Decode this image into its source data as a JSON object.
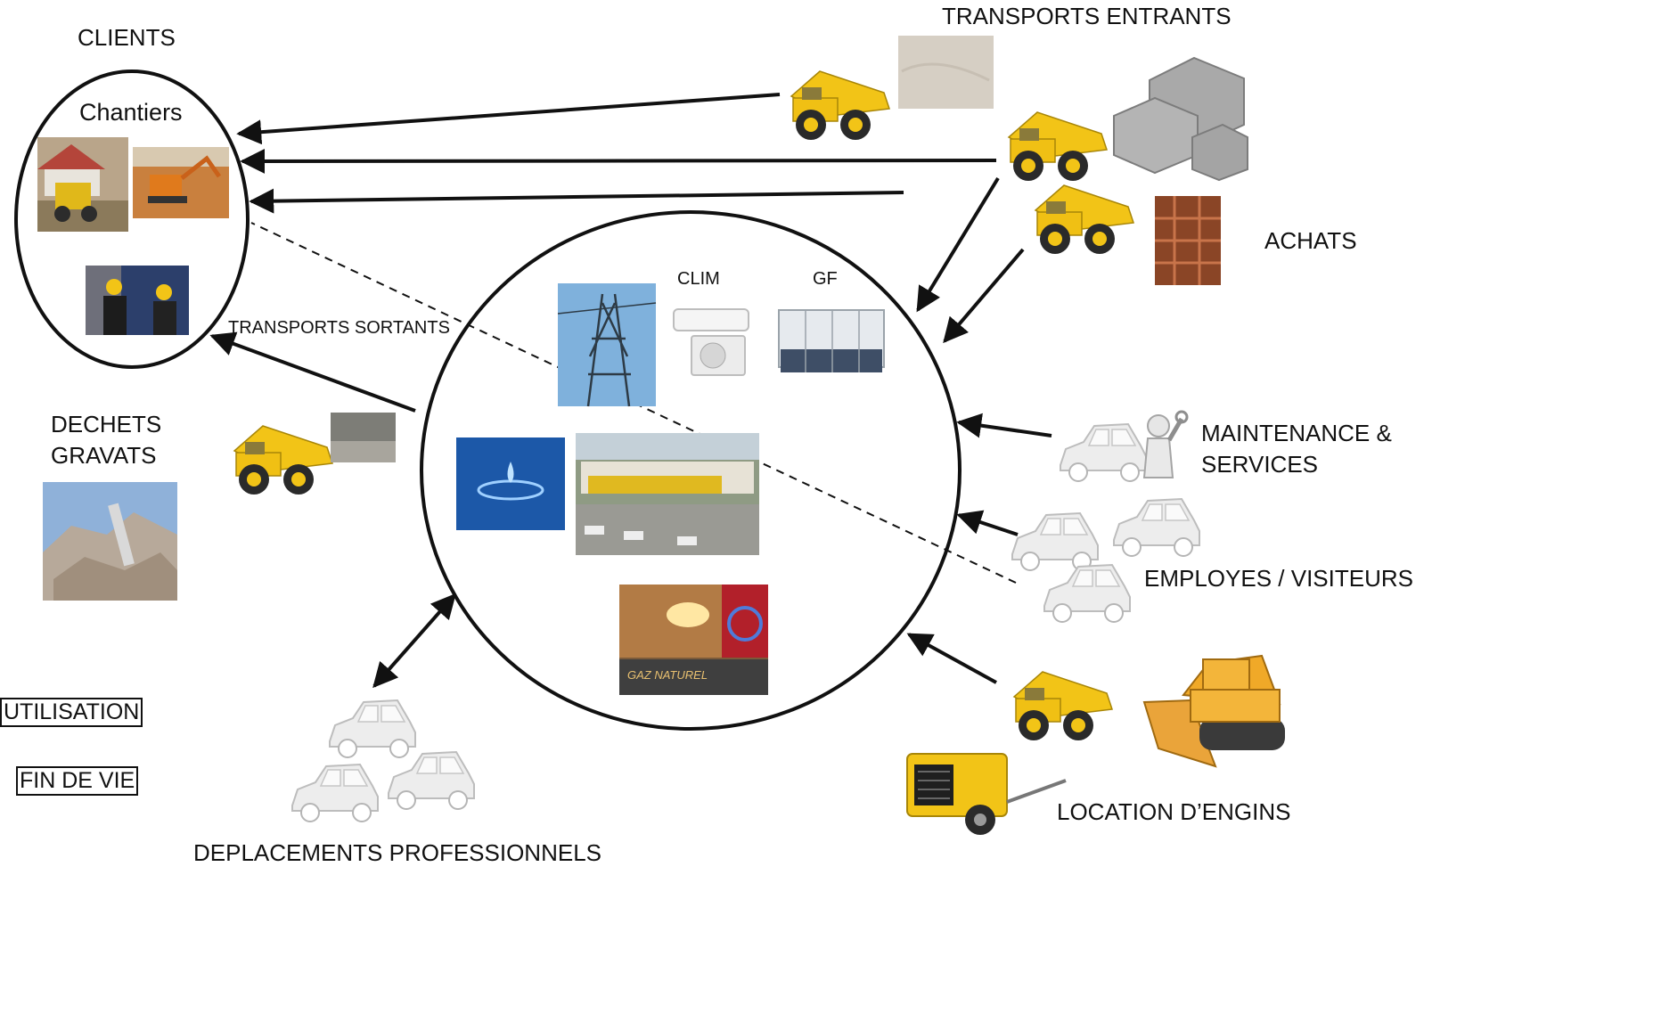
{
  "labels": {
    "clients": "CLIENTS",
    "chantiers": "Chantiers",
    "transports_entrants": "TRANSPORTS  ENTRANTS",
    "achats": "ACHATS",
    "clim": "CLIM",
    "gf": "GF",
    "transports_sortants": "TRANSPORTS SORTANTS",
    "dechets": "DECHETS",
    "gravats": "GRAVATS",
    "maintenance_line1": "MAINTENANCE &",
    "maintenance_line2": "SERVICES",
    "employes": "EMPLOYES / VISITEURS",
    "utilisation": "UTILISATION",
    "fin_de_vie": "FIN DE VIE",
    "location": "LOCATION D’ENGINS",
    "deplacements": "DEPLACEMENTS PROFESSIONNELS",
    "gaz_naturel": "GAZ NATUREL"
  },
  "icons": {
    "dump_truck": "dump-truck-icon",
    "car": "car-icon",
    "bulldozer": "bulldozer-icon",
    "compressor": "compressor-icon",
    "concrete_blocks": "concrete-blocks-icon",
    "rebar": "rebar-icon",
    "pylon": "electricity-pylon-icon",
    "water_drop": "water-drop-icon",
    "gas": "natural-gas-icon",
    "wrench_person": "wrench-person-icon"
  },
  "colors": {
    "truck_yellow": "#f2c417",
    "truck_dark": "#2a2a2a",
    "car_grey": "#c9c9c9",
    "line": "#111111"
  }
}
